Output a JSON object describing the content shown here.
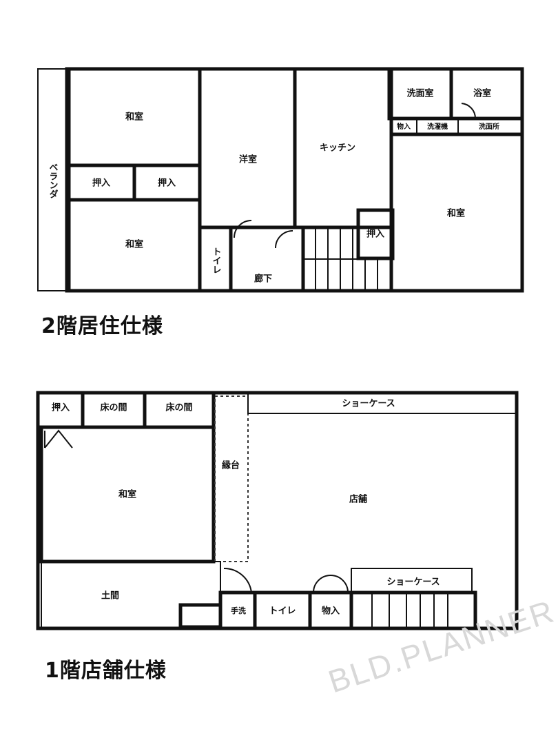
{
  "floor2": {
    "title": "2階居住仕様",
    "rooms": {
      "washitsu_tl": "和室",
      "oshiire1": "押入",
      "oshiire2": "押入",
      "washitsu_bl": "和室",
      "veranda": "ベランダ",
      "youshitsu": "洋室",
      "toilet": "トイレ",
      "rouka": "廊下",
      "kitchen": "キッチン",
      "oshiire3": "押入",
      "senmen": "洗面室",
      "yokushitsu": "浴室",
      "monoire": "物入",
      "strip2": "洗濯機",
      "strip3": "洗面所",
      "washitsu_r": "和室"
    }
  },
  "floor1": {
    "title": "1階店舗仕様",
    "rooms": {
      "oshiire": "押入",
      "tokonoma1": "床の間",
      "tokonoma2": "床の間",
      "washitsu": "和室",
      "endai": "縁台",
      "showcase_top": "ショーケース",
      "tenpo": "店舗",
      "doma": "土間",
      "tearai": "手洗",
      "toilet": "トイレ",
      "monoire": "物入",
      "showcase_bottom": "ショーケース"
    }
  },
  "watermark": "BLD.PLANNER"
}
